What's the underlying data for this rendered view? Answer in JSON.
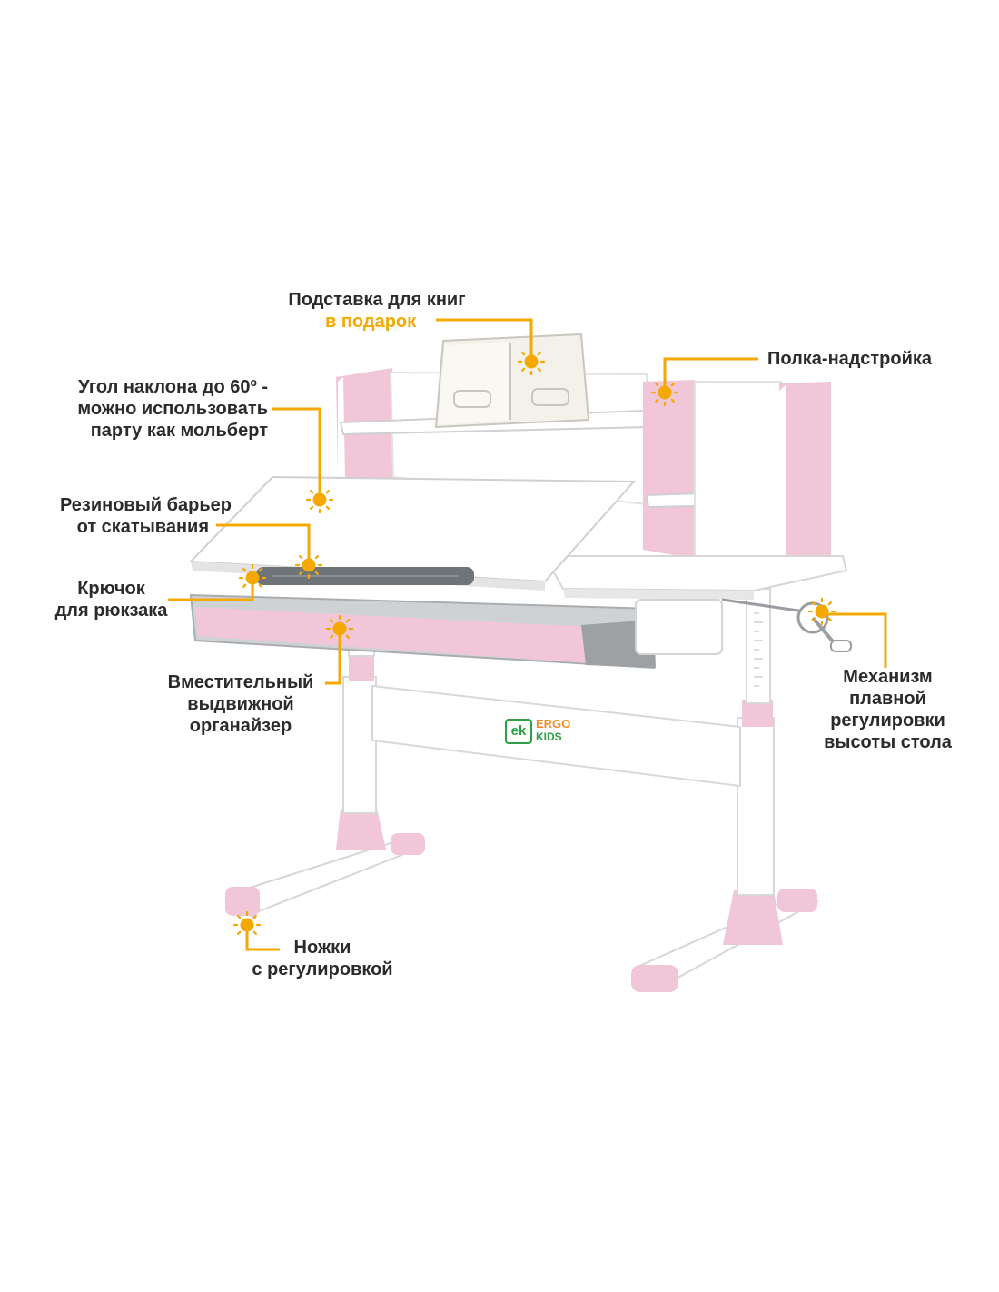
{
  "callouts": {
    "book_stand": {
      "line1": "Подставка для книг",
      "line2": "в подарок"
    },
    "shelf": {
      "line1": "Полка-надстройка"
    },
    "tilt": {
      "line1": "Угол наклона до 60º -",
      "line2": "можно использовать",
      "line3": "парту как мольберт"
    },
    "barrier": {
      "line1": "Резиновый барьер",
      "line2": "от скатывания"
    },
    "hook": {
      "line1": "Крючок",
      "line2": "для рюкзака"
    },
    "organizer": {
      "line1": "Вместительный",
      "line2": "выдвижной",
      "line3": "органайзер"
    },
    "mechanism": {
      "line1": "Механизм",
      "line2": "плавной",
      "line3": "регулировки",
      "line4": "высоты стола"
    },
    "legs": {
      "line1": "Ножки",
      "line2": "с регулировкой"
    }
  },
  "brand": {
    "mark": "ek",
    "line1": "ERGO",
    "line2": "KIDS"
  },
  "colors": {
    "accent": "#f5a800",
    "pink": "#f0c6d8",
    "pink_dark": "#e6aac4",
    "panel_white": "#ffffff",
    "panel_edge": "#e6e6e6",
    "gray": "#8f9396",
    "text": "#2b2b2b",
    "brand_green": "#2f9e44",
    "brand_orange": "#f28c28"
  }
}
